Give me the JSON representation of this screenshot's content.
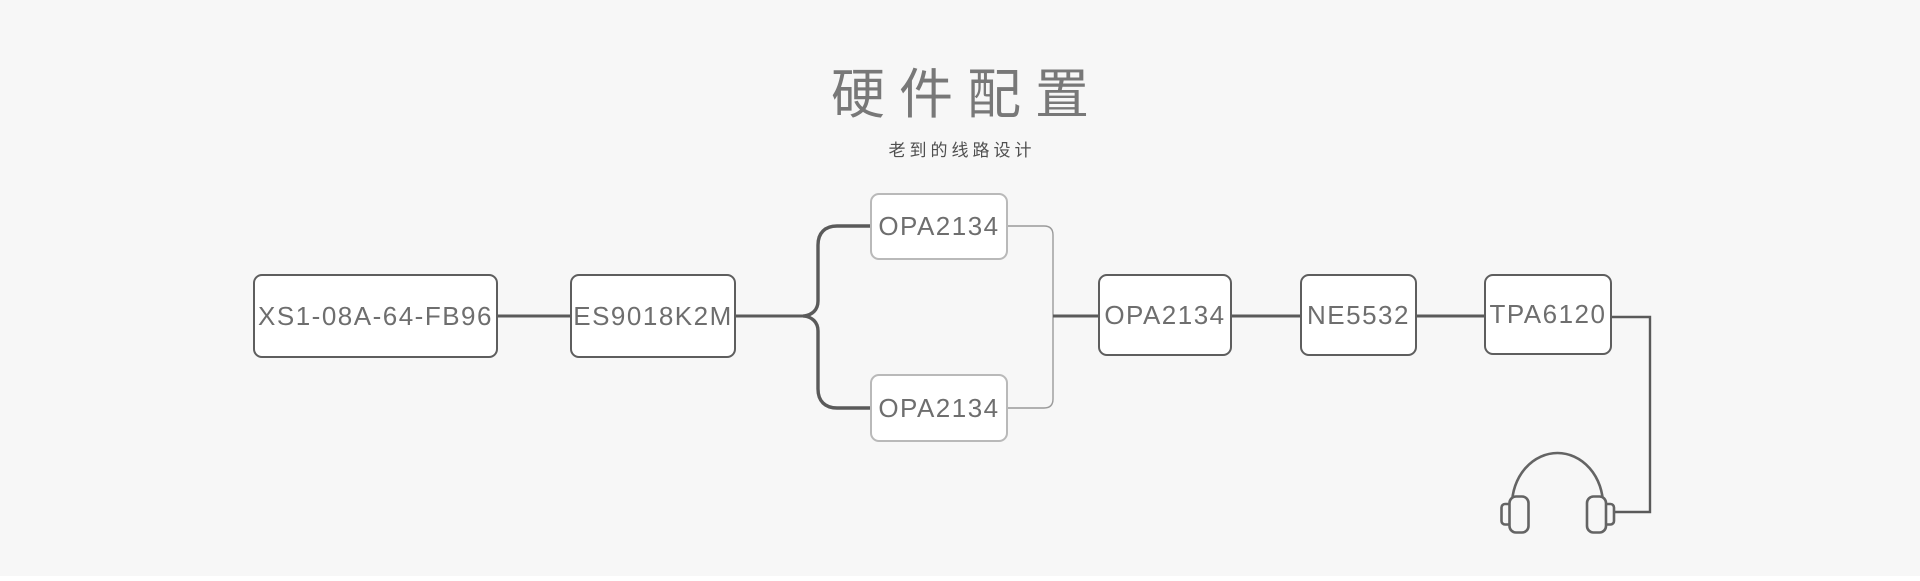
{
  "page": {
    "title": "硬件配置",
    "subtitle": "老到的线路设计",
    "background_color": "#f7f7f7"
  },
  "diagram": {
    "nodes": [
      {
        "id": "source",
        "label": "XS1-08A-64-FB96",
        "style": "dark-border"
      },
      {
        "id": "dac",
        "label": "ES9018K2M",
        "style": "dark-border"
      },
      {
        "id": "opamp-top",
        "label": "OPA2134",
        "style": "light-border"
      },
      {
        "id": "opamp-bottom",
        "label": "OPA2134",
        "style": "light-border"
      },
      {
        "id": "opamp-sum",
        "label": "OPA2134",
        "style": "dark-border"
      },
      {
        "id": "buffer",
        "label": "NE5532",
        "style": "dark-border"
      },
      {
        "id": "headphone-amp",
        "label": "TPA6120",
        "style": "dark-border"
      }
    ],
    "connections": [
      {
        "from": "source",
        "to": "dac"
      },
      {
        "from": "dac",
        "to": "opamp-top",
        "via": "split-brace"
      },
      {
        "from": "dac",
        "to": "opamp-bottom",
        "via": "split-brace"
      },
      {
        "from": "opamp-top",
        "to": "opamp-sum",
        "via": "merge"
      },
      {
        "from": "opamp-bottom",
        "to": "opamp-sum",
        "via": "merge"
      },
      {
        "from": "opamp-sum",
        "to": "buffer"
      },
      {
        "from": "buffer",
        "to": "headphone-amp"
      },
      {
        "from": "headphone-amp",
        "to": "headphones-output"
      }
    ],
    "output_icon": "headphones-icon",
    "colors": {
      "node_fill": "#ffffff",
      "node_border_dark": "#5e5e5e",
      "node_border_light": "#b9b9b9",
      "node_text": "#6e6e6e",
      "wire_main": "#5a5a5a",
      "wire_merge": "#9a9a9a",
      "headphone_stroke": "#646464",
      "title_text": "#787878",
      "subtitle_text": "#4f4f4f",
      "bottom_strip": "#ffffff"
    }
  }
}
